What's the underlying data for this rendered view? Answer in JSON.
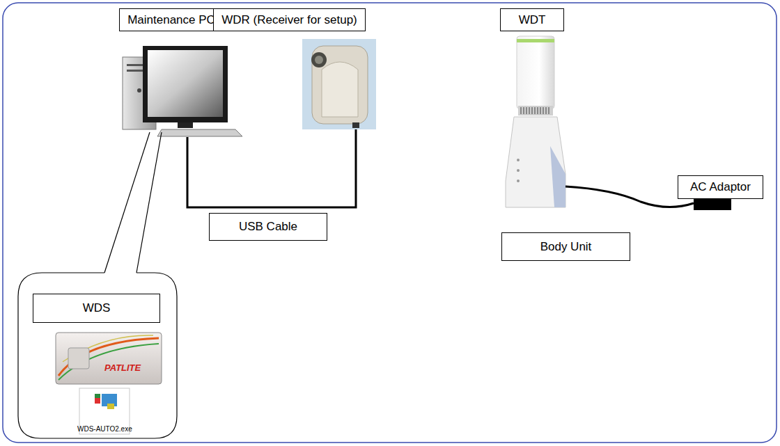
{
  "diagram": {
    "nodes": [
      {
        "text": [
          "Maintenance PC"
        ]
      },
      {
        "text": [
          "WDR (Receiver for setup)"
        ]
      },
      {
        "text": [
          "WDT"
        ]
      },
      {
        "text": [
          "AC Adaptor"
        ]
      },
      {
        "text": [
          "USB Cable"
        ]
      },
      {
        "text": [
          "Body Unit"
        ]
      },
      {
        "text": [
          "WDS"
        ]
      }
    ],
    "labels": [
      "PATLITE",
      "WDS-AUTO2.exe"
    ]
  }
}
